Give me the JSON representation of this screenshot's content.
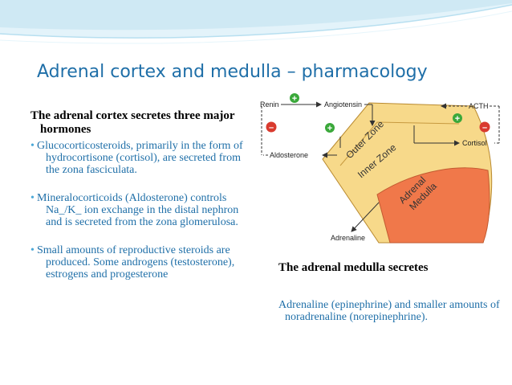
{
  "colors": {
    "title": "#1f6fa8",
    "body": "#1f6fa8",
    "lead": "#000000",
    "cortex": "#f7d98a",
    "medulla": "#f0784a",
    "plus": "#3aa83a",
    "minus": "#d93a2e",
    "swoosh": "#cfe9f4"
  },
  "slide": {
    "title": "Adrenal cortex and medulla – pharmacology"
  },
  "left": {
    "lead": "The adrenal cortex secretes three major hormones",
    "bullets": [
      "Glucocorticosteroids, primarily in the form of hydrocortisone (cortisol), are secreted from the zona fasciculata.",
      "Mineralocorticoids (Aldosterone) controls Na_/K_ ion exchange in the distal nephron and is secreted from the zona glomerulosa.",
      "Small amounts of reproductive steroids are produced. Some androgens (testosterone), estrogens and progesterone"
    ]
  },
  "diagram": {
    "renin": "Renin",
    "angiotensin": "Angiotensin",
    "acth": "ACTH",
    "aldosterone": "Aldosterone",
    "cortisol": "Cortisol",
    "adrenaline": "Adrenaline",
    "outer_zone": "Outer Zone",
    "inner_zone": "Inner Zone",
    "medulla_line1": "Adrenal",
    "medulla_line2": "Medulla",
    "plus": "+",
    "minus": "–"
  },
  "right": {
    "lead": "The adrenal medulla secretes",
    "body": "Adrenaline (epinephrine) and smaller amounts of noradrenaline (norepinephrine)."
  }
}
